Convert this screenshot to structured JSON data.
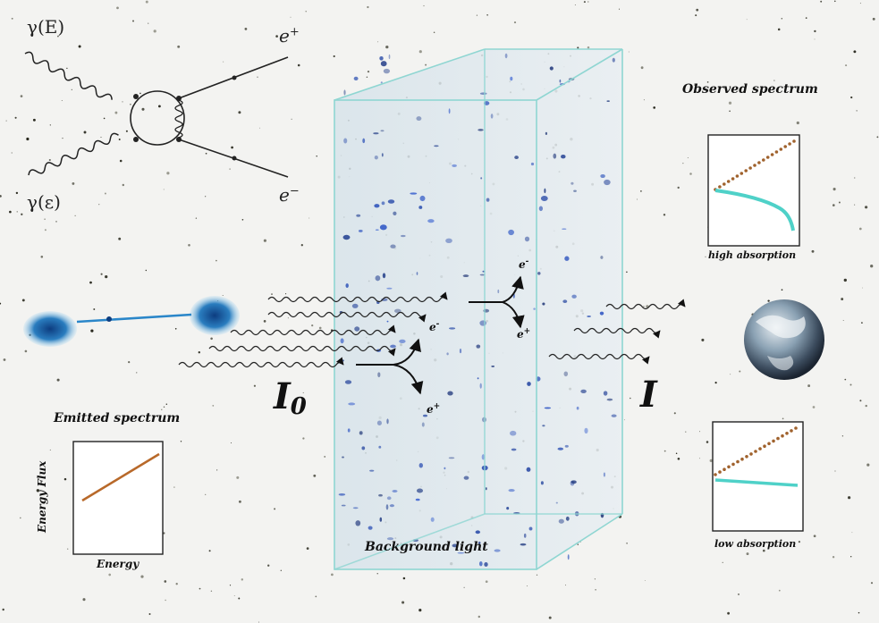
{
  "feynman": {
    "photon_high": "γ(E)",
    "photon_low": "γ(ε)",
    "positron": "e",
    "positron_sup": "+",
    "electron": "e",
    "electron_sup": "−"
  },
  "labels": {
    "intensity_initial": "I",
    "intensity_initial_sub": "0",
    "intensity_final": "I",
    "background": "Background light",
    "pair_lower_electron": "e",
    "pair_lower_electron_sup": "-",
    "pair_lower_positron": "e",
    "pair_lower_positron_sup": "+",
    "pair_upper_electron": "e",
    "pair_upper_electron_sup": "-",
    "pair_upper_positron": "e",
    "pair_upper_positron_sup": "+"
  },
  "observed": {
    "title": "Observed spectrum",
    "high_caption": "high absorption",
    "low_caption": "low absorption"
  },
  "emitted": {
    "title": "Emitted spectrum",
    "xlabel": "Energy",
    "ylabel": "Energy Flux"
  },
  "colors": {
    "emitted_line": "#b8692a",
    "intrinsic_dots": "#a0622d",
    "observed_line": "#4fd1c8",
    "box_edge": "#8fd6d2"
  }
}
